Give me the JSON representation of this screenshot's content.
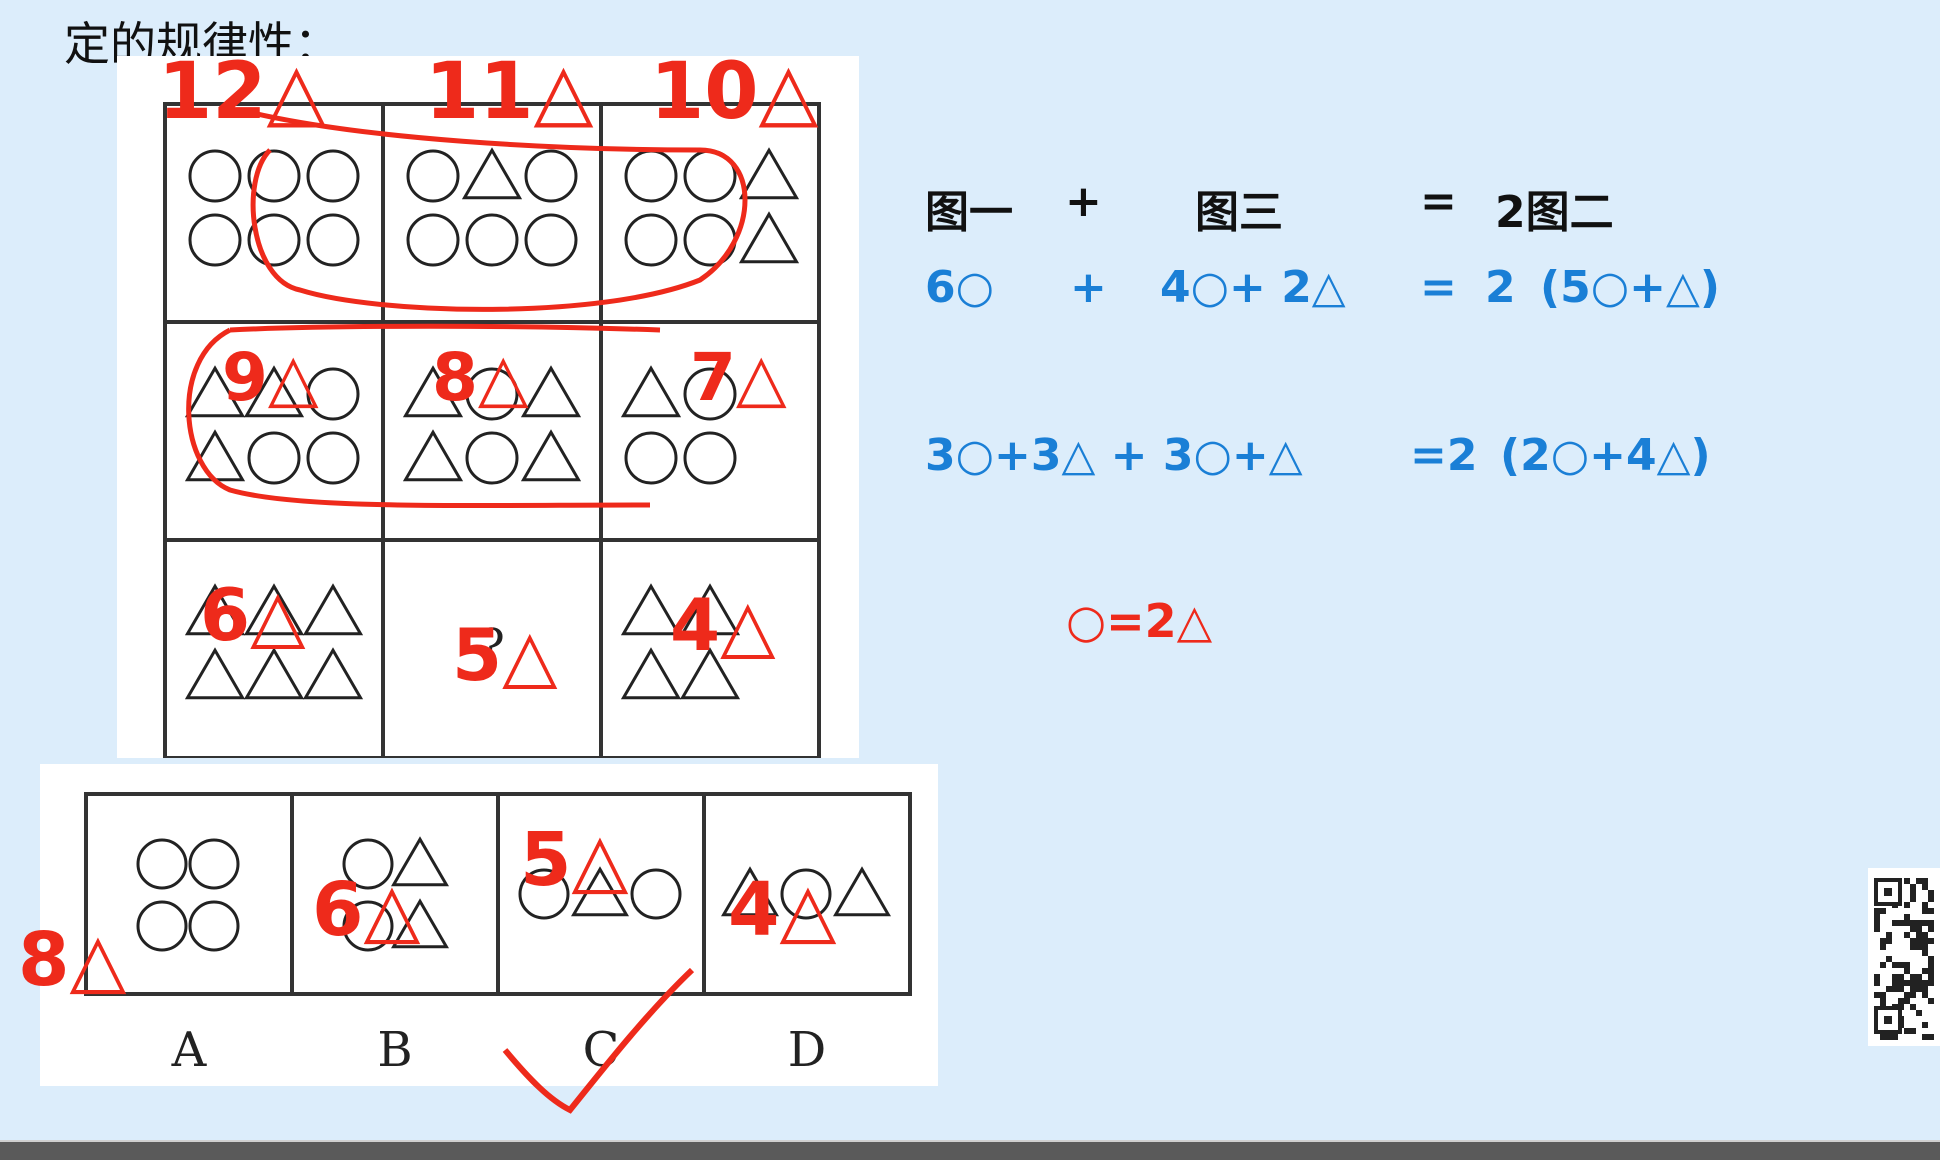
{
  "heading": "定的规律性：",
  "grid": {
    "cells": [
      [
        [
          "○",
          "○",
          "○",
          "○",
          "○",
          "○"
        ],
        [
          "○",
          "△",
          "○",
          "○",
          "○",
          "○"
        ],
        [
          "○",
          "○",
          "△",
          "○",
          "○",
          "△"
        ]
      ],
      [
        [
          "△",
          "△",
          "○",
          "△",
          "○",
          "○"
        ],
        [
          "△",
          "○",
          "△",
          "△",
          "○",
          "△"
        ],
        [
          "△",
          "○",
          "",
          "○",
          "○",
          ""
        ]
      ],
      [
        [
          "△",
          "△",
          "△",
          "△",
          "△",
          "△"
        ],
        [
          "?"
        ],
        [
          "△",
          "△",
          "",
          "△",
          "△",
          ""
        ]
      ]
    ]
  },
  "options": [
    {
      "label": "A",
      "shapes": [
        "○",
        "○",
        "○",
        "○"
      ]
    },
    {
      "label": "B",
      "shapes": [
        "○",
        "△",
        "○",
        "△"
      ]
    },
    {
      "label": "C",
      "shapes": [
        "○",
        "△",
        "○"
      ]
    },
    {
      "label": "D",
      "shapes": [
        "△",
        "○",
        "△"
      ]
    }
  ],
  "annotations": {
    "col_tops": [
      "12△",
      "11△",
      "10△"
    ],
    "row2": [
      "9△",
      "8△",
      "7△"
    ],
    "row3": [
      "6△",
      "5△",
      "4△"
    ],
    "options": [
      "8△",
      "6△",
      "5△",
      "4△"
    ]
  },
  "equations": {
    "row1": {
      "a": "图一",
      "op": "+",
      "b": "图三",
      "eq": "=",
      "c": "2图二"
    },
    "row2": {
      "a": "6○",
      "op": "+",
      "b": "4○+ 2△",
      "eq": "=",
      "c": "2",
      "d": "(5○+△)"
    },
    "row3": {
      "a": "3○+3△ + 3○+△",
      "eq": "=2",
      "d": "(2○+4△)"
    },
    "result": "○=2△"
  },
  "colors": {
    "background": "#dcedfb",
    "blue": "#1a7fd6",
    "red": "#ee2a1b"
  }
}
